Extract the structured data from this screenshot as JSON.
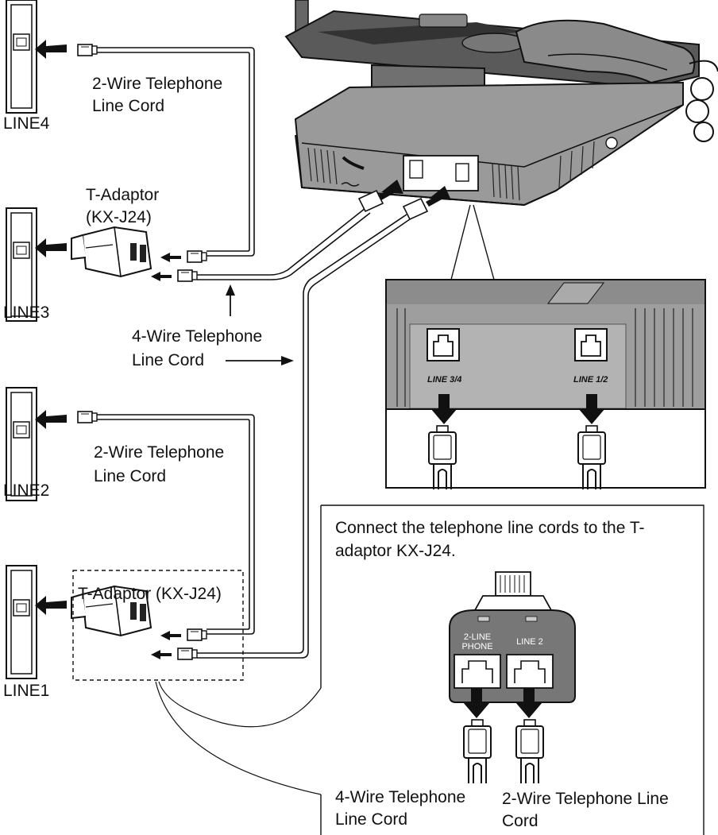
{
  "jacks": {
    "line4": "LINE4",
    "line3": "LINE3",
    "line2": "LINE2",
    "line1": "LINE1"
  },
  "cords": {
    "two_wire_top_1": "2-Wire Telephone",
    "two_wire_top_2": "Line Cord",
    "two_wire_mid_1": "2-Wire Telephone",
    "two_wire_mid_2": "Line Cord",
    "four_wire_1": "4-Wire Telephone",
    "four_wire_2": "Line Cord"
  },
  "adaptors": {
    "upper_1": "T-Adaptor",
    "upper_2": "(KX-J24)",
    "lower": "T-Adaptor (KX-J24)"
  },
  "base_detail": {
    "port_left": "LINE 3/4",
    "port_right": "LINE 1/2"
  },
  "adaptor_detail": {
    "instruction": "Connect the telephone line cords to the T-adaptor KX-J24.",
    "port_left_1": "2-LINE",
    "port_left_2": "PHONE",
    "port_right": "LINE 2",
    "cord_left_1": "4-Wire Telephone",
    "cord_left_2": "Line Cord",
    "cord_right_1": "2-Wire Telephone Line",
    "cord_right_2": "Cord"
  }
}
